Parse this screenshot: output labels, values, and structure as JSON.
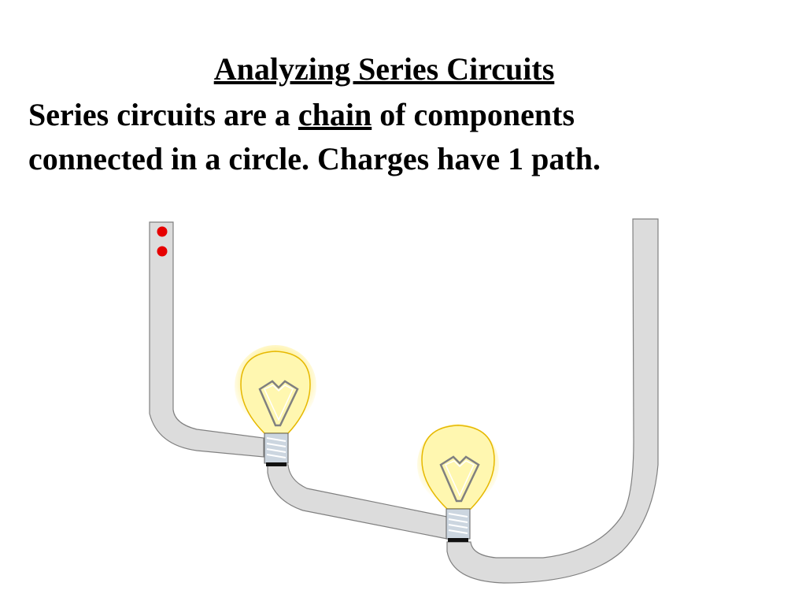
{
  "slide": {
    "title": "Analyzing Series Circuits",
    "line1_before": "Series circuits are a ",
    "line1_emphasis": "chain",
    "line1_after": " of components",
    "line2": "connected in a circle.  Charges have 1 path."
  },
  "diagram": {
    "wire_color": "#dcdcdc",
    "wire_outline": "#808080",
    "charge_color": "#e60000",
    "bulb_glass_color": "#fff7b0",
    "bulb_glow_color": "#fff2a0",
    "bulb_outline_color": "#e6b800",
    "bulb_count": 2,
    "charge_count": 2
  }
}
